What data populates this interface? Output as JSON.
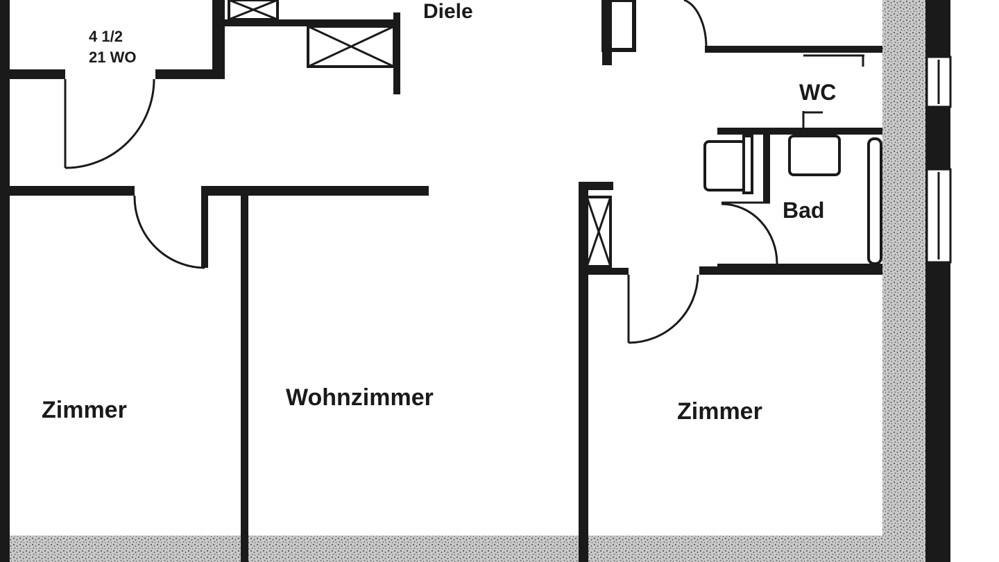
{
  "plan": {
    "rooms": {
      "diele": "Diele",
      "wc": "WC",
      "bad": "Bad",
      "zimmer_left": "Zimmer",
      "wohnzimmer": "Wohnzimmer",
      "zimmer_right": "Zimmer"
    },
    "unit_tag": {
      "line1": "4 1/2",
      "line2": "21 WO"
    },
    "colors": {
      "wall": "#1a1a1a",
      "hatch": "#8a8a8a",
      "background": "#ffffff"
    }
  }
}
